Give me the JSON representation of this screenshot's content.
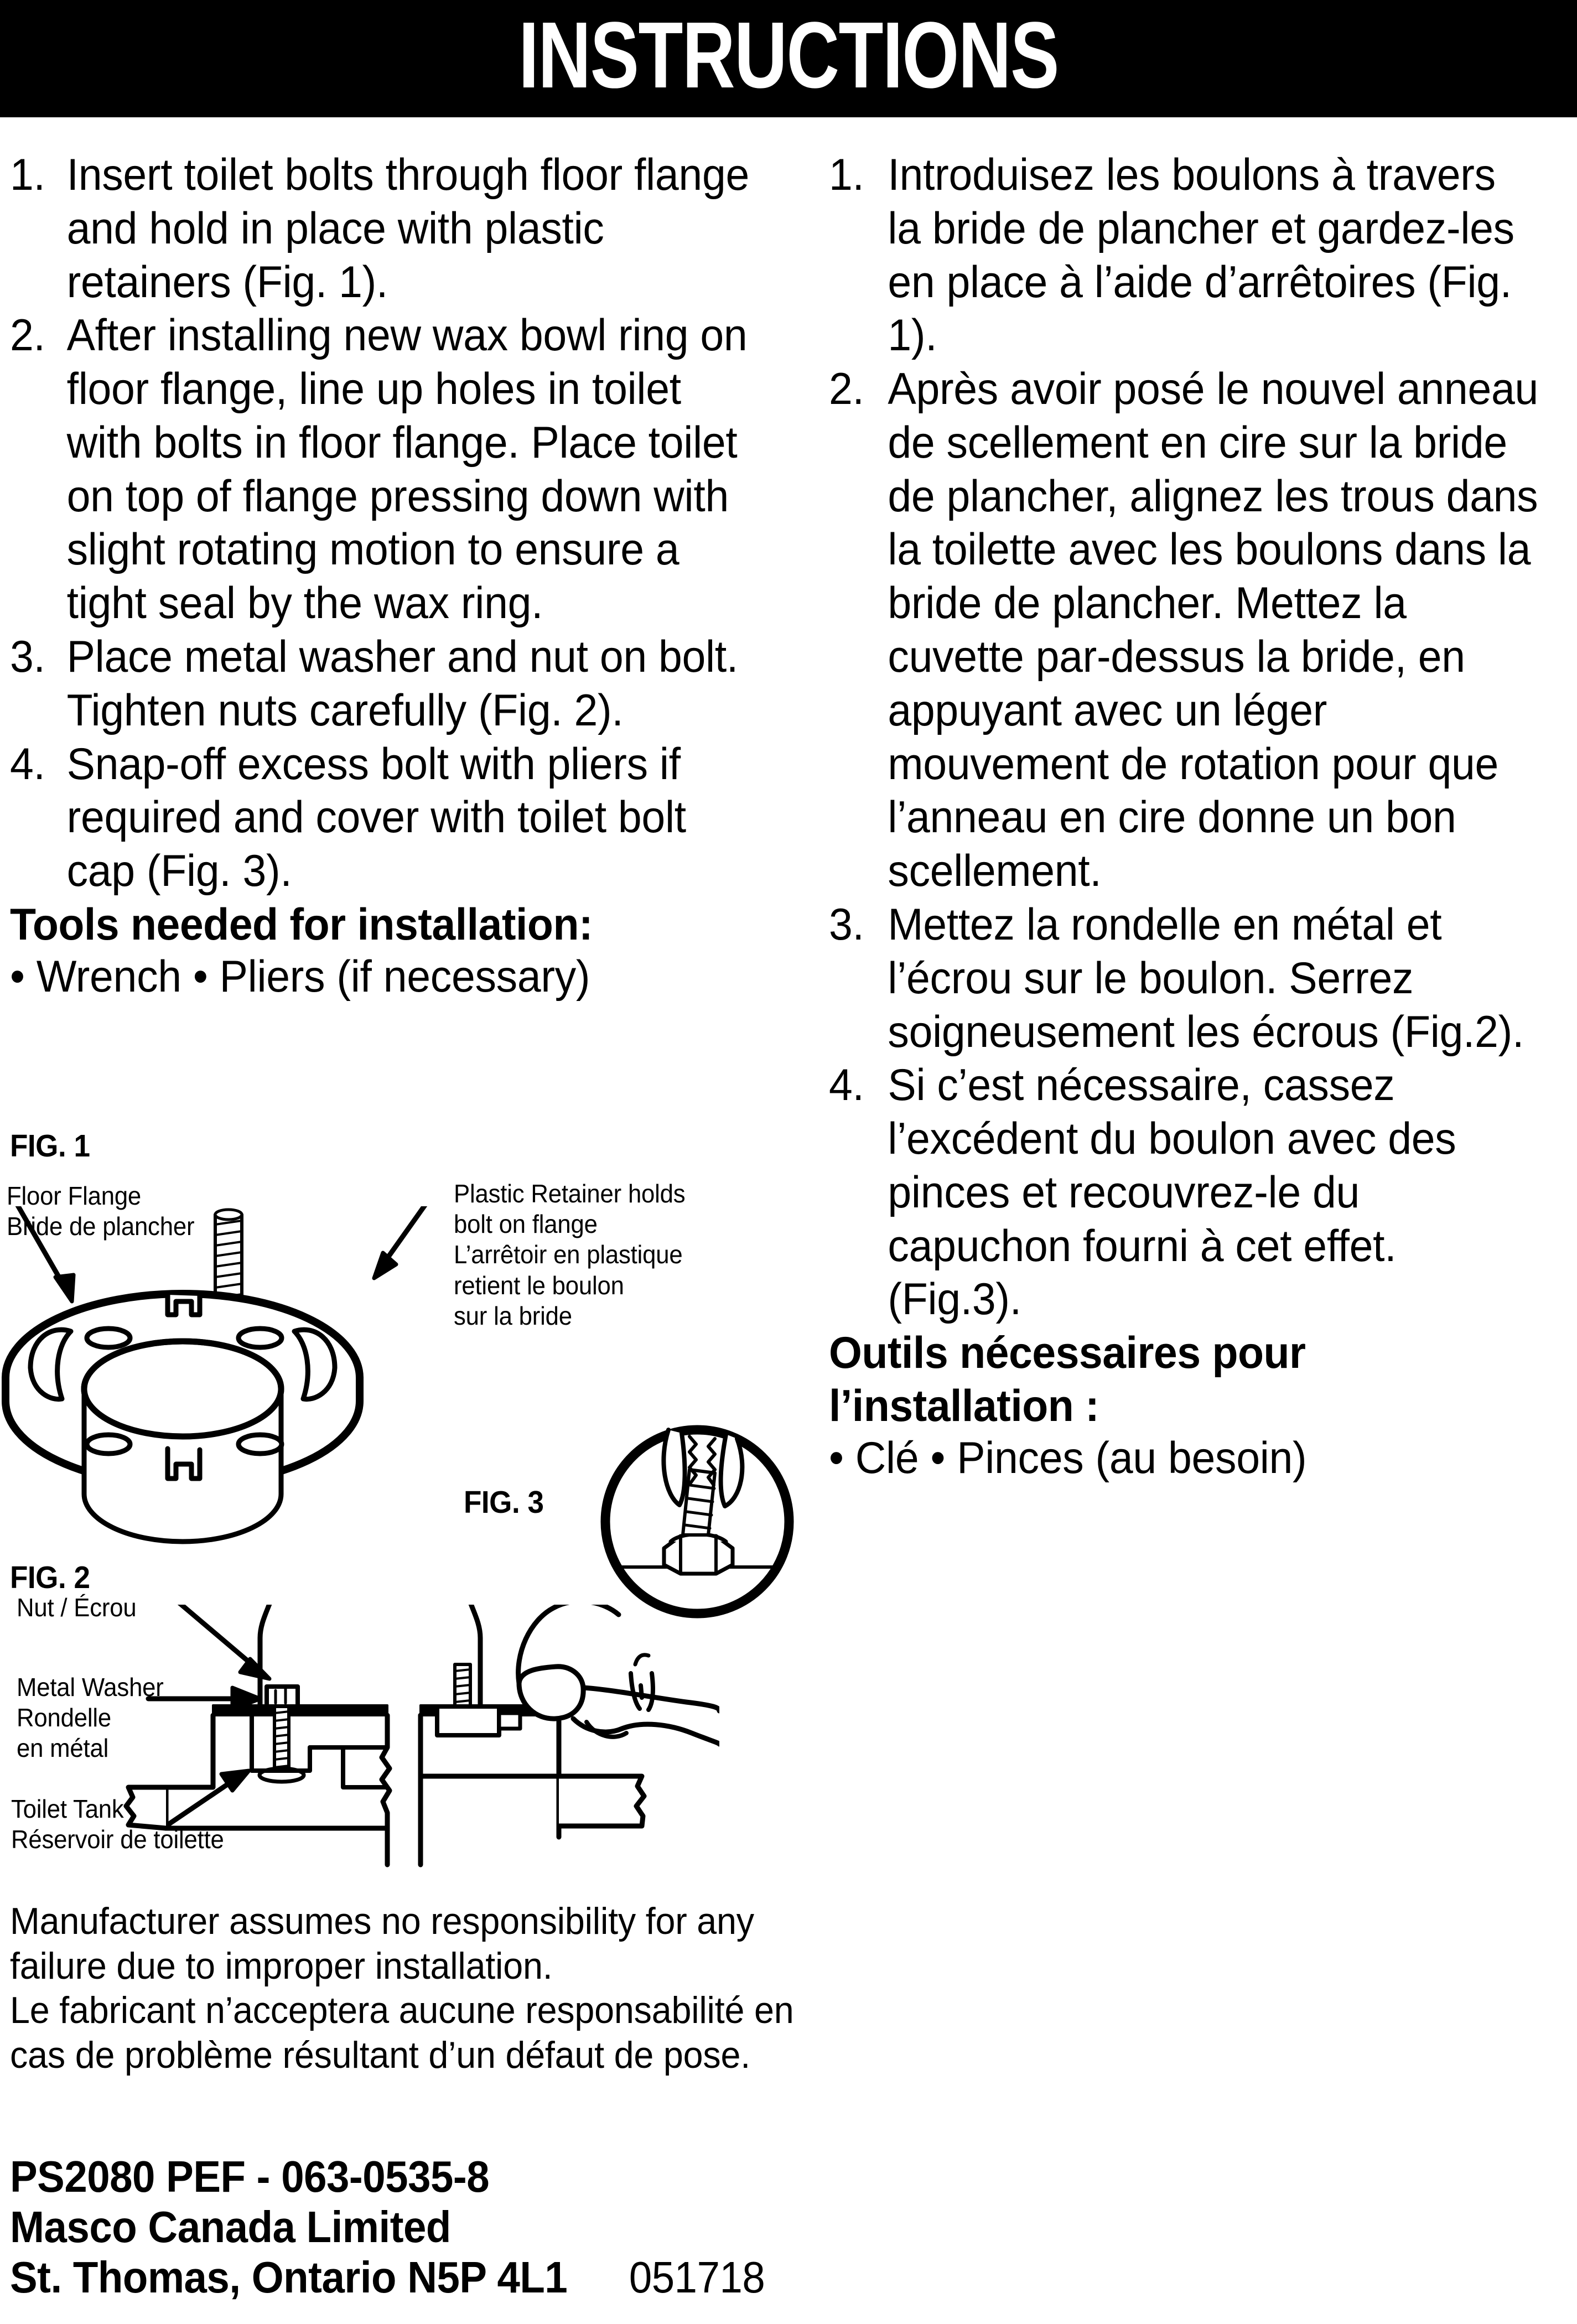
{
  "header": {
    "title": "INSTRUCTIONS"
  },
  "english": {
    "steps": [
      {
        "num": "1.",
        "text": "Insert toilet bolts through floor flange and hold in place with plastic retainers (Fig. 1)."
      },
      {
        "num": "2.",
        "text": "After installing new wax bowl ring on floor flange, line up holes in toilet with bolts in floor flange. Place toilet on top of flange pressing down with slight rotating motion to ensure a tight seal by the wax ring."
      },
      {
        "num": "3.",
        "text": "Place metal washer and nut on bolt. Tighten nuts carefully (Fig. 2)."
      },
      {
        "num": "4.",
        "text": "Snap-off excess bolt with pliers if required and cover with toilet bolt cap (Fig. 3)."
      }
    ],
    "tools_heading": "Tools needed for installation:",
    "tools_list": "• Wrench  • Pliers (if necessary)"
  },
  "french": {
    "steps": [
      {
        "num": "1.",
        "text": "Introduisez les boulons à travers la bride de plancher et gardez-les en place à l’aide d’arrêtoires (Fig. 1)."
      },
      {
        "num": "2.",
        "text": "Après avoir posé le nouvel anneau de scellement en cire sur la bride de plancher, alignez les trous dans la toilette avec les boulons dans la bride de plancher. Mettez la cuvette par-dessus la bride, en appuyant avec un léger mouvement de rotation pour que l’anneau en cire donne un bon scellement."
      },
      {
        "num": "3.",
        "text": "Mettez la rondelle en métal et l’écrou sur le boulon. Serrez soigneusement les écrous (Fig.2)."
      },
      {
        "num": "4.",
        "text": "Si c’est nécessaire, cassez l’excédent du boulon avec des pinces et recouvrez-le du capuchon fourni à cet effet. (Fig.3)."
      }
    ],
    "tools_heading_line1": "Outils nécessaires pour",
    "tools_heading_line2": "l’installation :",
    "tools_list": "• Clé  • Pinces (au besoin)"
  },
  "figures": {
    "fig1": {
      "label": "FIG. 1",
      "callout_flange_line1": "Floor Flange",
      "callout_flange_line2": "Bride de plancher",
      "callout_retainer_line1": "Plastic Retainer holds",
      "callout_retainer_line2": "bolt on flange",
      "callout_retainer_line3": "L’arrêtoir en plastique",
      "callout_retainer_line4": "retient le boulon",
      "callout_retainer_line5": "sur la bride"
    },
    "fig2": {
      "label": "FIG. 2",
      "callout_nut": "Nut / Écrou",
      "callout_washer_line1": "Metal Washer",
      "callout_washer_line2": "Rondelle",
      "callout_washer_line3": "en métal",
      "callout_tank_line1": "Toilet Tank",
      "callout_tank_line2": "Réservoir de toilette"
    },
    "fig3": {
      "label": "FIG. 3"
    }
  },
  "disclaimer": {
    "en_line1": "Manufacturer assumes no responsibility for any",
    "en_line2": "failure due to improper installation.",
    "fr_line1": "Le fabricant n’acceptera aucune responsabilité en",
    "fr_line2": "cas de problème résultant d’un défaut de pose."
  },
  "footer": {
    "model": "PS2080 PEF - 063-0535-8",
    "company": "Masco Canada Limited",
    "address": "St. Thomas, Ontario  N5P 4L1",
    "date_code": "051718"
  },
  "colors": {
    "ink": "#000000",
    "paper": "#ffffff"
  }
}
